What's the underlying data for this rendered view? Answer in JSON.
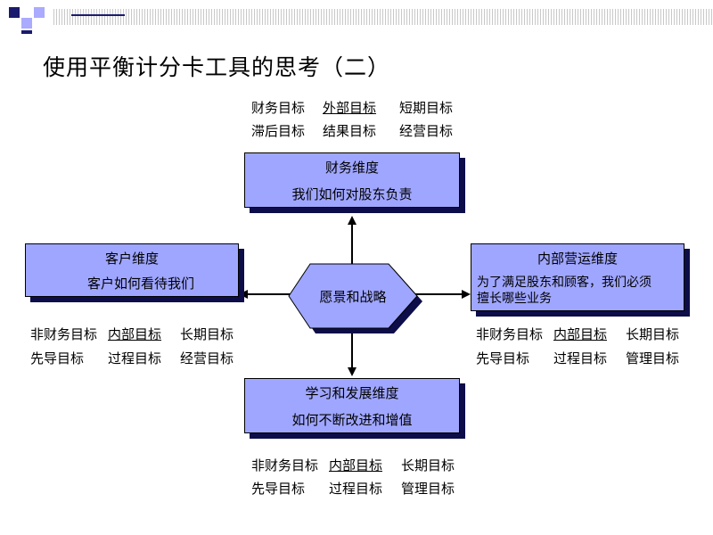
{
  "title": "使用平衡计分卡工具的思考（二）",
  "colors": {
    "box_fill": "#9fa6ff",
    "box_shadow": "#0d0d4a",
    "deco_dark": "#1a1a6e",
    "deco_light": "#aaaaff"
  },
  "financial": {
    "box_title": "财务维度",
    "box_text": "我们如何对股东负责",
    "labels_row1": [
      "财务目标",
      "外部目标",
      "短期目标"
    ],
    "labels_row2": [
      "滞后目标",
      "结果目标",
      "经营目标"
    ]
  },
  "customer": {
    "box_title": "客户维度",
    "box_text": "客户如何看待我们",
    "labels_row1": [
      "非财务目标",
      "内部目标",
      "长期目标"
    ],
    "labels_row2": [
      "先导目标",
      "过程目标",
      "经营目标"
    ]
  },
  "internal": {
    "box_title": "内部营运维度",
    "box_text_line1": "为了满足股东和顾客，我们必须",
    "box_text_line2": "擅长哪些业务",
    "labels_row1": [
      "非财务目标",
      "内部目标",
      "长期目标"
    ],
    "labels_row2": [
      "先导目标",
      "过程目标",
      "管理目标"
    ]
  },
  "learning": {
    "box_title": "学习和发展维度",
    "box_text": "如何不断改进和增值",
    "labels_row1": [
      "非财务目标",
      "内部目标",
      "长期目标"
    ],
    "labels_row2": [
      "先导目标",
      "过程目标",
      "管理目标"
    ]
  },
  "center": {
    "label": "愿景和战略"
  }
}
